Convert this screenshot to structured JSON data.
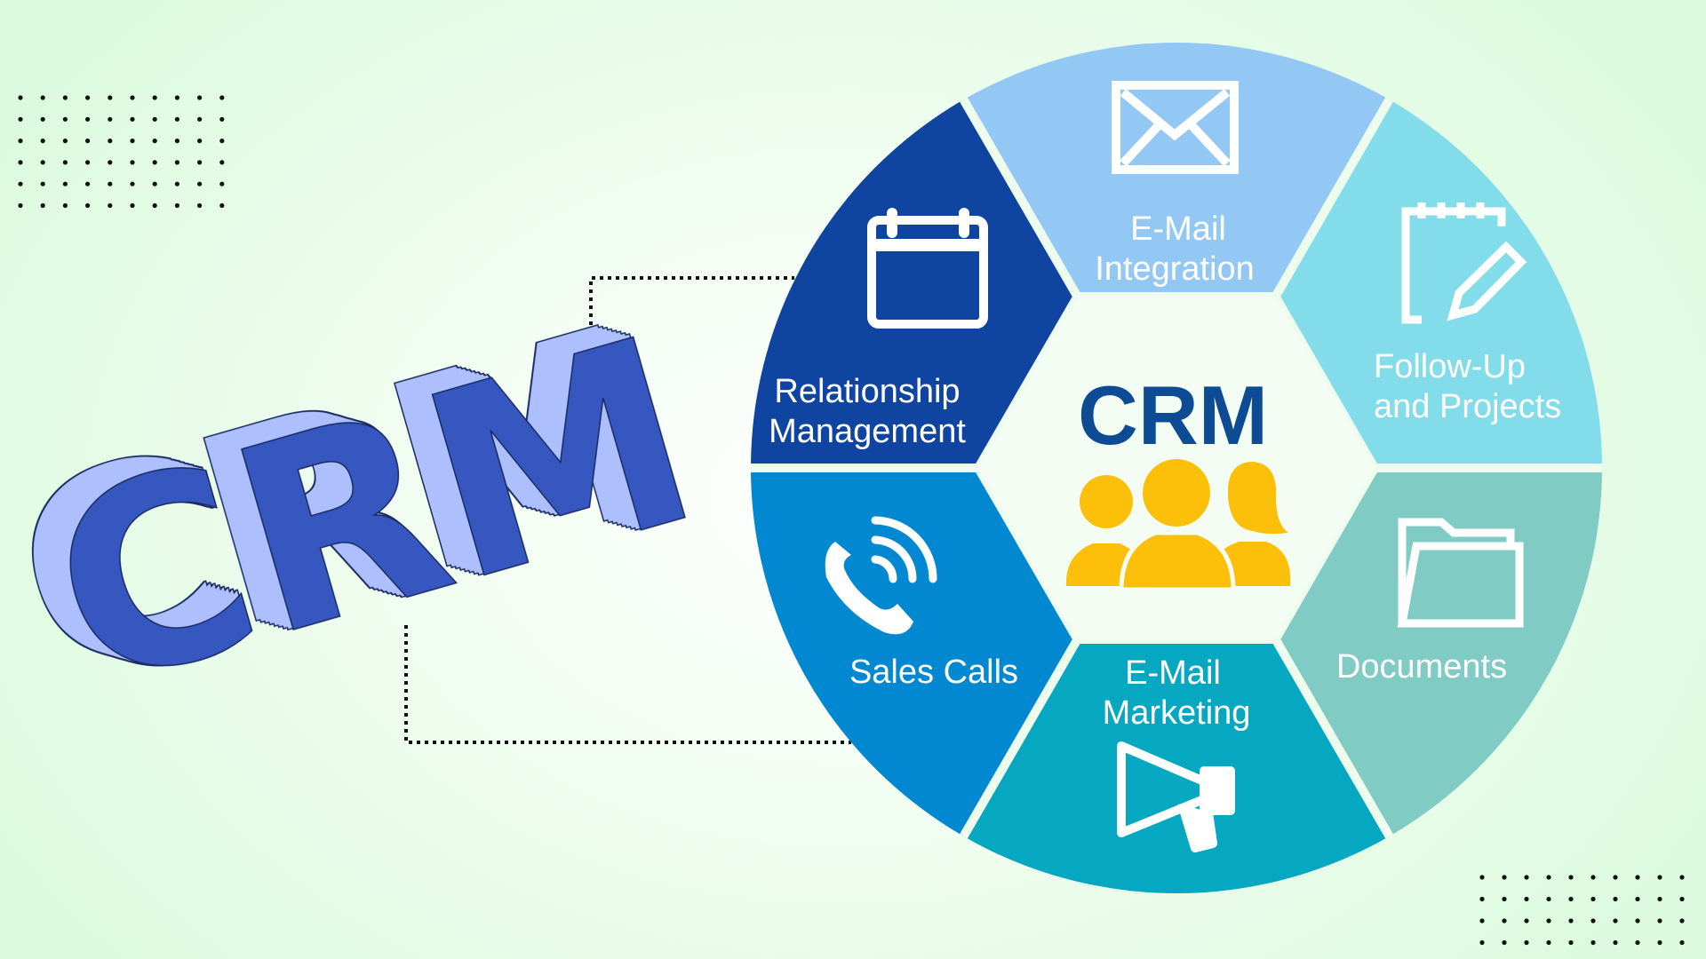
{
  "hero": {
    "title": "CRM"
  },
  "wheel": {
    "center_title": "CRM",
    "segments": [
      {
        "id": "email-integration",
        "line1": "E-Mail",
        "line2": "Integration",
        "icon": "envelope-icon",
        "color": "#93c8f5"
      },
      {
        "id": "follow-up",
        "line1": "Follow-Up",
        "line2": "and Projects",
        "icon": "notepad-pencil-icon",
        "color": "#82dcea"
      },
      {
        "id": "documents",
        "line1": "Documents",
        "icon": "folder-icon",
        "color": "#80cbc4"
      },
      {
        "id": "email-marketing",
        "line1": "E-Mail",
        "line2": "Marketing",
        "icon": "megaphone-icon",
        "color": "#05a8c0"
      },
      {
        "id": "sales-calls",
        "line1": "Sales Calls",
        "icon": "phone-icon",
        "color": "#0288d1"
      },
      {
        "id": "relationship",
        "line1": "Relationship",
        "line2": "Management",
        "icon": "calendar-icon",
        "color": "#0f45a0"
      }
    ],
    "people_color": "#fdc00a",
    "title_color": "#0d4b94"
  },
  "colors": {
    "hero_front": "#3657c0",
    "hero_side": "#adc0fd"
  }
}
